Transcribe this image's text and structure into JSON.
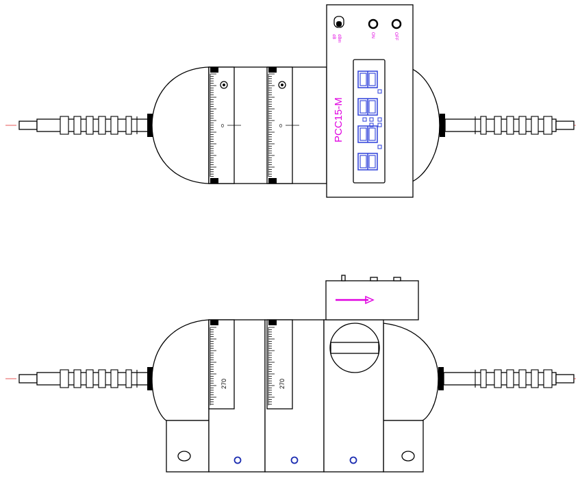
{
  "colors": {
    "line": "#000000",
    "accent": "#e000e0",
    "centerline": "#e02020",
    "display_segment": "#3a4bdc",
    "display_bg": "#ffffff",
    "screw_hole": "#1a2bb0"
  },
  "top_view": {
    "model_label": "PCC15-M",
    "switch_labels": [
      "dBm",
      "dB"
    ],
    "button_on_label": "ON",
    "button_off_label": "OFF",
    "scale_zero": "0"
  },
  "side_view": {
    "scale_value_1": "270",
    "scale_value_2": "270",
    "direction_icon": "arrow-right-icon"
  }
}
